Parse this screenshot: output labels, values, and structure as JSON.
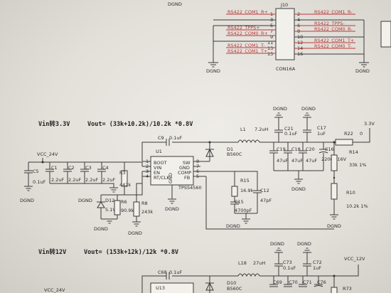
{
  "header": {
    "top_label": "DGND"
  },
  "connector": {
    "ref": "J10",
    "part": "CON16A",
    "left_pins": [
      "1",
      "3",
      "5",
      "7",
      "9",
      "11",
      "13",
      "15"
    ],
    "right_pins": [
      "2",
      "4",
      "6",
      "8",
      "10",
      "12",
      "14",
      "16"
    ],
    "left_nets": [
      "RS422_COM1_R+",
      "RS422_TPPS+",
      "RS422_COM0_R+",
      "RS422_COM1_T-",
      "RS422_COM1_T+"
    ],
    "right_nets": [
      "RS422_COM1_R-",
      "RS422_TPPS-",
      "RS422_COM0_R-",
      "RS422_COM1_T+",
      "RS422_COM0_T-"
    ],
    "gnd_labels": [
      "DGND",
      "DGND"
    ]
  },
  "section1": {
    "title": "Vin转3.3V",
    "formula": "Vout= (33k+10.2k)/10.2k  *0.8V",
    "ic": {
      "ref": "U1",
      "part": "TPS54560",
      "pins_left": [
        "BOOT",
        "VIN",
        "EN",
        "RT/CLK"
      ],
      "pins_right": [
        "SW",
        "GND",
        "COMP",
        "FB"
      ],
      "gnd_pin": "GND",
      "pin_nums_left": [
        "1",
        "2",
        "3",
        "4"
      ],
      "pin_nums_right": [
        "8",
        "7",
        "6",
        "5"
      ]
    },
    "net_vcc": "VCC_24V",
    "net_out": "3.3V",
    "components": {
      "c9": "C9",
      "c9_val": "0.1uF",
      "l1": "L1",
      "l1_val": "7.2uH",
      "d1": "D1",
      "d1_val": "B560C",
      "c5": "C5",
      "c5_val": "0.1uF",
      "c1": "C1",
      "c1_val": "2.2uF",
      "c2": "C2",
      "c2_val": "2.2uF",
      "c3": "C3",
      "c3_val": "2.2uF",
      "c4": "C4",
      "c4_val": "2.2uF",
      "r3": "R3",
      "r3_val": "442k",
      "d12": "D12",
      "d12_val": "5.1V",
      "r6": "R6",
      "r6_val": "90.9k",
      "r8": "R8",
      "r8_val": "243k",
      "r15": "R15",
      "r15_val": "16.9k",
      "c12": "C12",
      "c12_val": "47pF",
      "c15": "C15",
      "c15_val": "4700pF",
      "c21": "C21",
      "c21_val": "0.1uF",
      "c17": "C17",
      "c17_val": "1uF",
      "c19": "C19",
      "c19_val": "47uF",
      "c18": "C18",
      "c18_val": "47uF",
      "c20": "C20",
      "c20_val": "47uF",
      "c16": "C16",
      "c16_val": "220uF 16V",
      "r22": "R22",
      "r22_val": "0",
      "r14": "R14",
      "r14_val": "33k 1%",
      "r10": "R10",
      "r10_val": "10.2k 1%"
    },
    "gnd_label": "DGND"
  },
  "section2": {
    "title": "Vin转12V",
    "formula": "Vout= (153k+12k)/12k  *0.8V",
    "ic_ref": "U13",
    "net_vcc": "VCC_24V",
    "net_out": "VCC_12V",
    "components": {
      "c68": "C68",
      "c68_val": "0.1uF",
      "l18": "L18",
      "l18_val": "27uH",
      "d10": "D10",
      "d10_val": "B560C",
      "c73": "C73",
      "c73_val": "0.1uF",
      "c72": "C72",
      "c72_val": "1uF",
      "c69": "C69",
      "c70": "C70",
      "c71": "C71",
      "c76": "C76",
      "r73": "R73"
    },
    "gnd_label": "DGND"
  }
}
